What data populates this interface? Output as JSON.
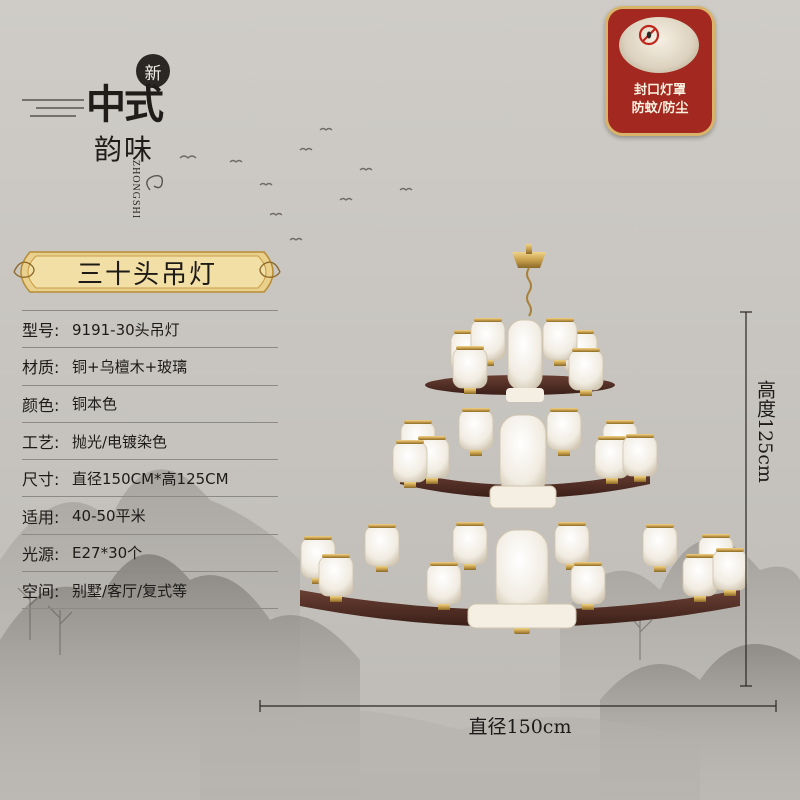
{
  "logo": {
    "badge": "新",
    "line1": "中式",
    "line2": "韵味",
    "pinyin": "ZHONGSHI"
  },
  "feature": {
    "line1": "封口灯罩",
    "line2": "防蚊/防尘",
    "icon": "no-mosquito-icon"
  },
  "title": "三十头吊灯",
  "specs": [
    {
      "key": "型号:",
      "value": "9191-30头吊灯"
    },
    {
      "key": "材质:",
      "value": "铜+乌檀木+玻璃"
    },
    {
      "key": "颜色:",
      "value": "铜本色"
    },
    {
      "key": "工艺:",
      "value": "抛光/电镀染色"
    },
    {
      "key": "尺寸:",
      "value": "直径150CM*高125CM"
    },
    {
      "key": "适用:",
      "value": "40-50平米"
    },
    {
      "key": "光源:",
      "value": "E27*30个"
    },
    {
      "key": "空间:",
      "value": "别墅/客厅/复式等"
    }
  ],
  "dimensions": {
    "height": "高度125cm",
    "diameter": "直径150cm"
  },
  "colors": {
    "accent_red": "#a3281f",
    "gold": "#d9b36a",
    "wood": "#4a2a22",
    "brass": "#c9a04c"
  }
}
